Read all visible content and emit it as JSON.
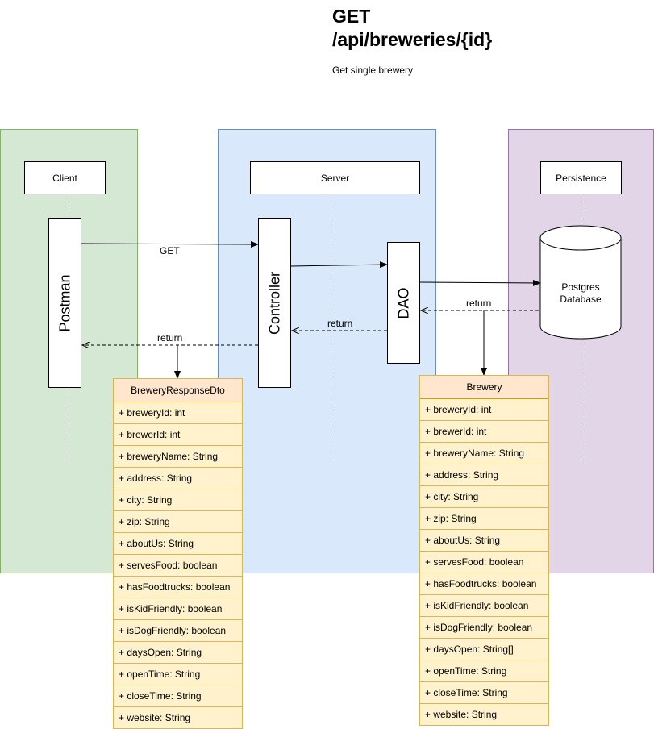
{
  "title": "GET\n/api/breweries/{id}",
  "title_line1": "GET",
  "title_line2": "/api/breweries/{id}",
  "subtitle": "Get single brewery",
  "lanes": {
    "client": "Client",
    "server": "Server",
    "persistence": "Persistence"
  },
  "participants": {
    "postman": "Postman",
    "controller": "Controller",
    "dao": "DAO",
    "database_line1": "Postgres",
    "database_line2": "Database"
  },
  "messages": {
    "get": "GET",
    "return_dao": "return",
    "return_controller": "return",
    "return_client": "return"
  },
  "colors": {
    "client_lane": "#d5e8d4",
    "server_lane": "#dae8fc",
    "persistence_lane": "#e1d5e7",
    "class_header": "#ffe6cc",
    "class_body": "#fff2cc"
  },
  "response_dto": {
    "name": "BreweryResponseDto",
    "fields": [
      "+ breweryId: int",
      "+ brewerId: int",
      "+ breweryName: String",
      "+ address: String",
      "+ city: String",
      "+ zip: String",
      "+ aboutUs: String",
      "+ servesFood: boolean",
      "+ hasFoodtrucks: boolean",
      "+ isKidFriendly: boolean",
      "+ isDogFriendly: boolean",
      "+ daysOpen: String",
      "+ openTime: String",
      "+ closeTime: String",
      "+ website: String"
    ]
  },
  "brewery": {
    "name": "Brewery",
    "fields": [
      "+ breweryId: int",
      "+ brewerId: int",
      "+ breweryName: String",
      "+ address: String",
      "+ city: String",
      "+ zip: String",
      "+ aboutUs: String",
      "+ servesFood: boolean",
      "+ hasFoodtrucks: boolean",
      "+ isKidFriendly: boolean",
      "+ isDogFriendly: boolean",
      "+ daysOpen: String[]",
      "+ openTime: String",
      "+ closeTime: String",
      "+ website: String"
    ]
  }
}
